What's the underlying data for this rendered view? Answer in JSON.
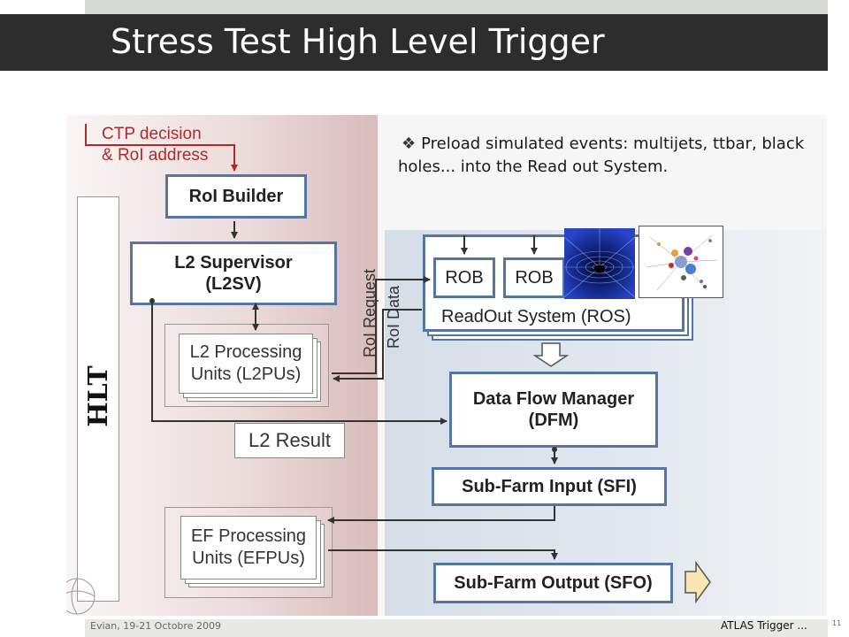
{
  "slide": {
    "title": "Stress Test High Level Trigger",
    "bullet": "Preload simulated events: multijets, ttbar, black holes... into the Read out System.",
    "bullet_glyph": "❖",
    "footer_left": "Evian, 19-21 Octobre 2009",
    "footer_right": "ATLAS Trigger ...",
    "page_number": "11"
  },
  "diagram": {
    "ctp_decision": "CTP decision",
    "roi_address": "& RoI address",
    "hlt": "HLT",
    "roi_builder": "RoI Builder",
    "l2_supervisor_line1": "L2 Supervisor",
    "l2_supervisor_line2": "(L2SV)",
    "l2_processing_line1": "L2 Processing",
    "l2_processing_line2": "Units (L2PUs)",
    "l2_result": "L2 Result",
    "roi_request": "RoI Request",
    "roi_data": "RoI Data",
    "rob": "ROB",
    "readout_system": "ReadOut System (ROS)",
    "dfm_line1": "Data Flow Manager",
    "dfm_line2": "(DFM)",
    "sfi": "Sub-Farm Input (SFI)",
    "ef_processing_line1": "EF Processing",
    "ef_processing_line2": "Units (EFPUs)",
    "sfo": "Sub-Farm Output (SFO)"
  },
  "colors": {
    "title_bar": "#2d2d2d",
    "box_border": "#5576a0",
    "ctp_text": "#b02a2a",
    "arrow": "#333333"
  }
}
